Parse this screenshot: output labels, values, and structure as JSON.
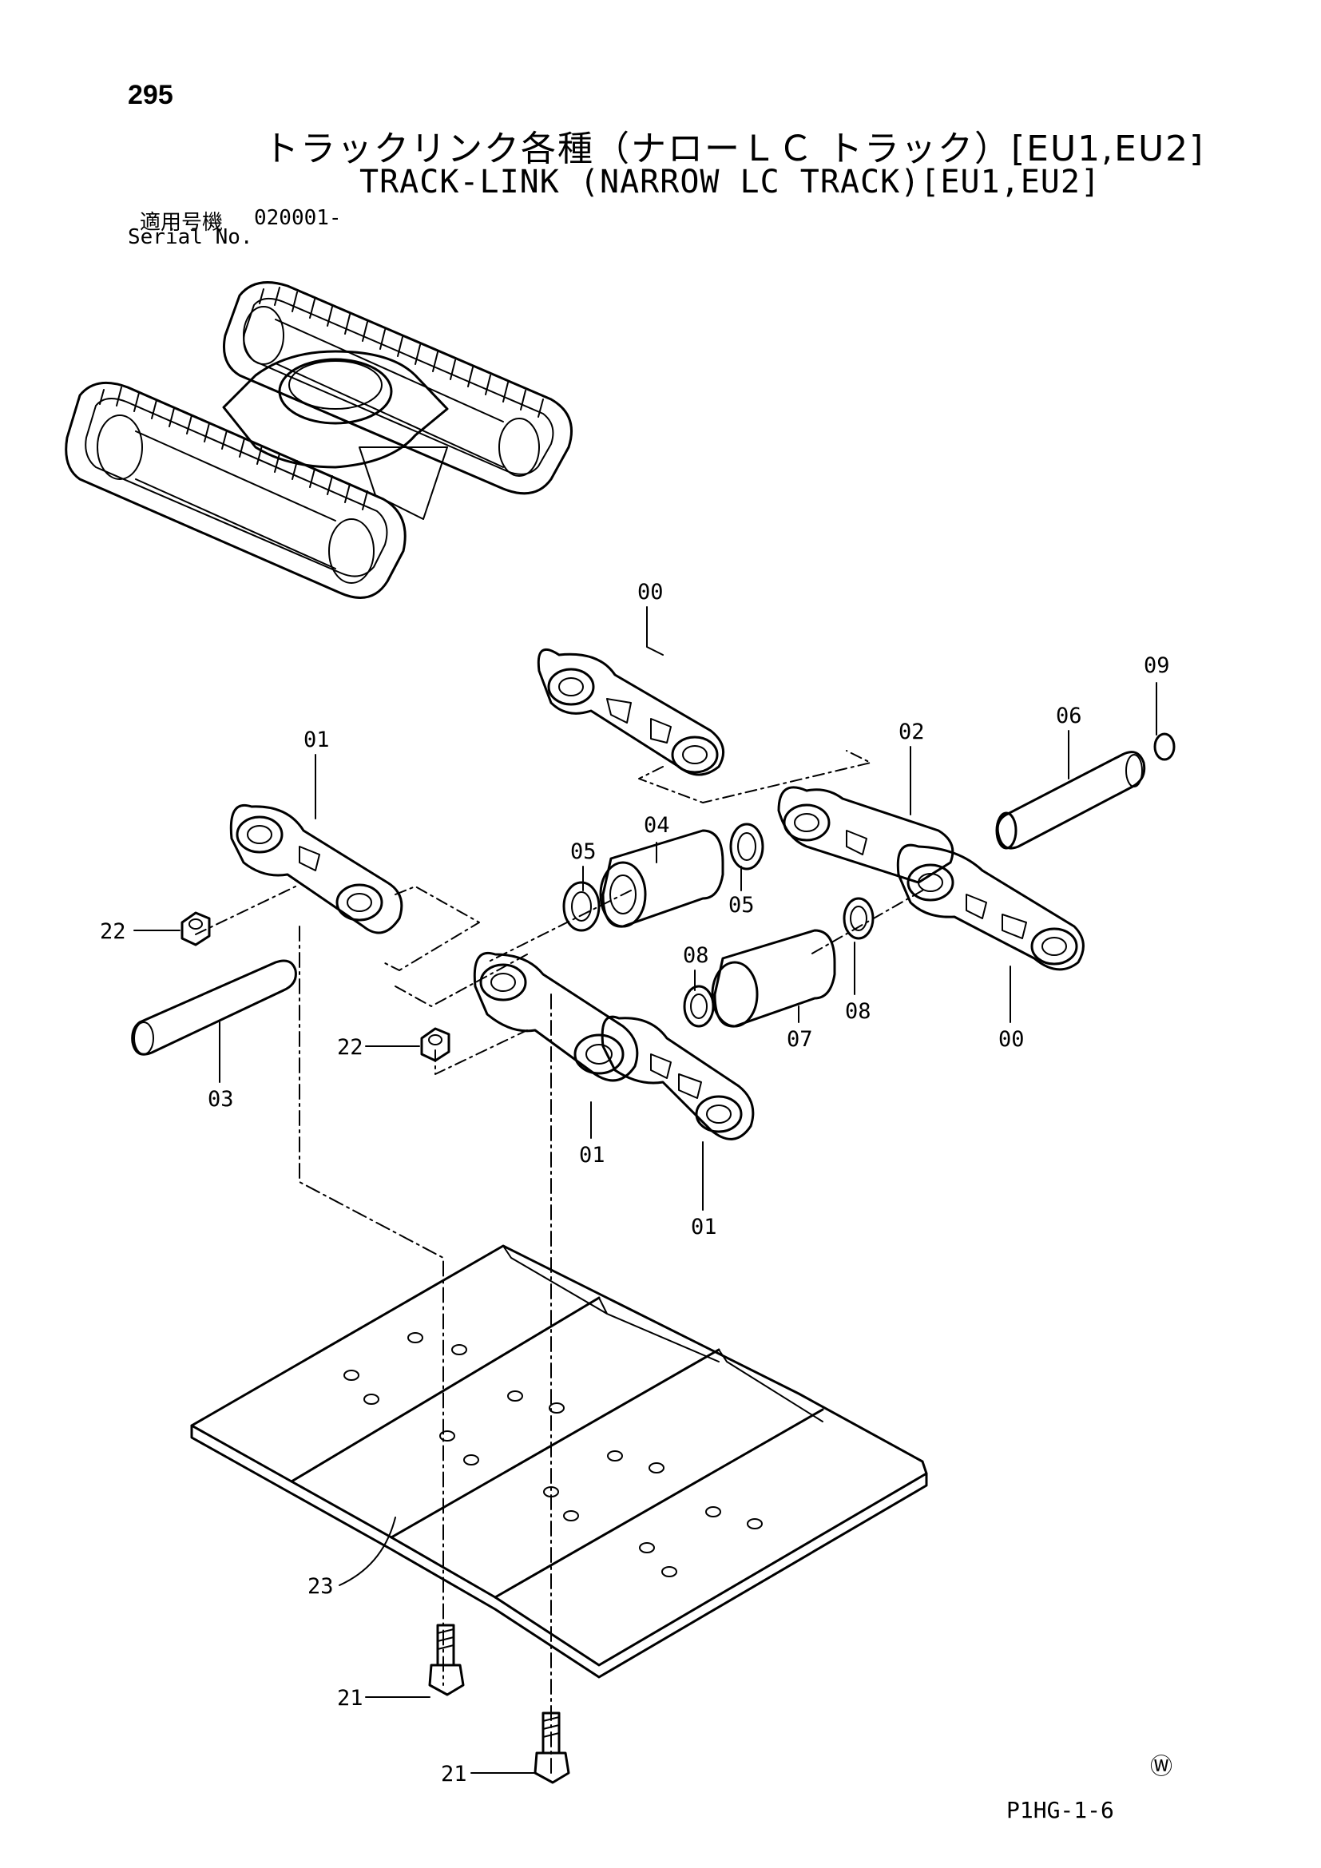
{
  "header": {
    "page_number": "295",
    "title_jp": "トラックリンク各種（ナローＬＣ トラック）[EU1,EU2]",
    "title_en": "TRACK-LINK (NARROW LC TRACK)[EU1,EU2]",
    "serial_label_jp": "適用号機",
    "serial_range": "020001-",
    "serial_label_en": "Serial No."
  },
  "callouts": [
    {
      "id": "00",
      "part": "track-link-assembly"
    },
    {
      "id": "09",
      "part": "snap-ring"
    },
    {
      "id": "06",
      "part": "master-pin"
    },
    {
      "id": "01",
      "part": "link"
    },
    {
      "id": "02",
      "part": "master-link"
    },
    {
      "id": "04",
      "part": "bushing"
    },
    {
      "id": "05",
      "part": "seal"
    },
    {
      "id": "05",
      "part": "seal"
    },
    {
      "id": "22",
      "part": "nut"
    },
    {
      "id": "08",
      "part": "seal"
    },
    {
      "id": "08",
      "part": "seal"
    },
    {
      "id": "00",
      "part": "track-link-assembly"
    },
    {
      "id": "07",
      "part": "master-bushing"
    },
    {
      "id": "03",
      "part": "pin"
    },
    {
      "id": "22",
      "part": "nut"
    },
    {
      "id": "01",
      "part": "link"
    },
    {
      "id": "01",
      "part": "link"
    },
    {
      "id": "23",
      "part": "shoe"
    },
    {
      "id": "21",
      "part": "bolt"
    },
    {
      "id": "21",
      "part": "bolt"
    }
  ],
  "footer": {
    "watermark": "Ⓦ",
    "document_code": "P1HG-1-6"
  }
}
